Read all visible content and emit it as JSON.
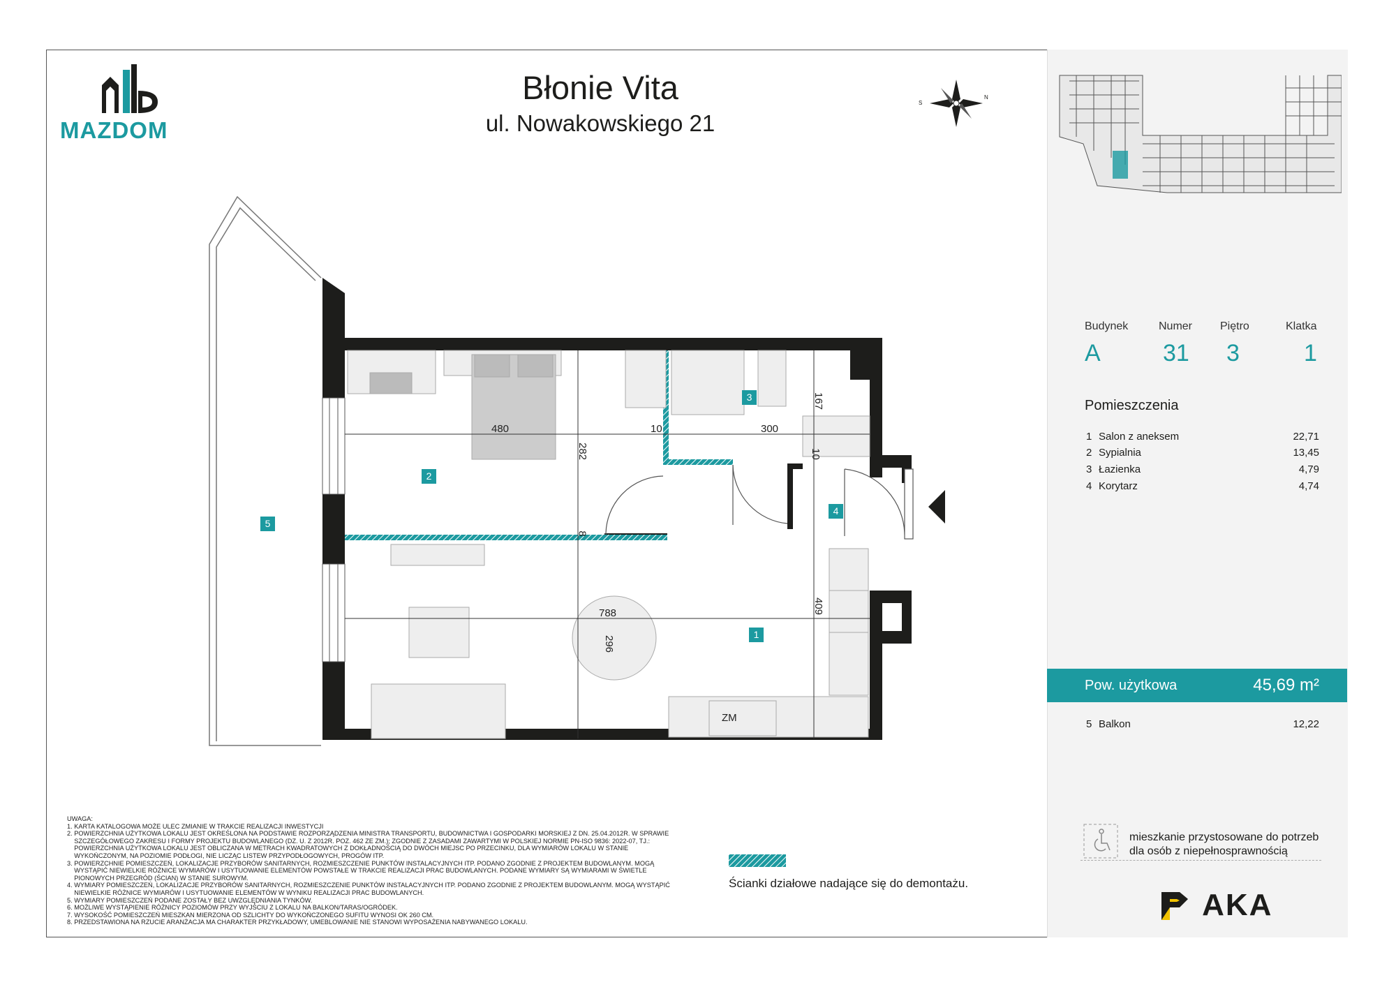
{
  "header": {
    "logo_text": "MAZDOM",
    "title": "Błonie Vita",
    "address": "ul. Nowakowskiego 21",
    "compass_s": "S",
    "compass_n": "N"
  },
  "apartment": {
    "labels": {
      "building": "Budynek",
      "number": "Numer",
      "floor": "Piętro",
      "stair": "Klatka"
    },
    "values": {
      "building": "A",
      "number": "31",
      "floor": "3",
      "stair": "1"
    }
  },
  "rooms_heading": "Pomieszczenia",
  "rooms": [
    {
      "no": "1",
      "name": "Salon z aneksem",
      "area": "22,71"
    },
    {
      "no": "2",
      "name": "Sypialnia",
      "area": "13,45"
    },
    {
      "no": "3",
      "name": "Łazienka",
      "area": "4,79"
    },
    {
      "no": "4",
      "name": "Korytarz",
      "area": "4,74"
    }
  ],
  "usable_area": {
    "label": "Pow. użytkowa",
    "value": "45,69 m²"
  },
  "balcony": {
    "no": "5",
    "name": "Balkon",
    "area": "12,22"
  },
  "plan": {
    "dimensions": [
      "480",
      "10",
      "300",
      "282",
      "167",
      "10",
      "8",
      "788",
      "296",
      "409"
    ],
    "room_numbers": [
      "1",
      "2",
      "3",
      "4",
      "5"
    ],
    "zm": "ZM"
  },
  "notes": [
    "UWAGA:",
    "1. KARTA KATALOGOWA MOŻE ULEC ZMIANIE W TRAKCIE REALIZACJI INWESTYCJI",
    "2. POWIERZCHNIA UŻYTKOWA LOKALU JEST OKREŚLONA NA PODSTAWIE ROZPORZĄDZENIA MINISTRA TRANSPORTU, BUDOWNICTWA I GOSPODARKI MORSKIEJ Z DN. 25.04.2012R. W SPRAWIE",
    "    SZCZEGÓŁOWEGO ZAKRESU I FORMY PROJEKTU BUDOWLANEGO (DZ. U. Z 2012R. POZ. 462 ZE ZM.); ZGODNIE Z ZASADAMI ZAWARTYMI W POLSKIEJ NORMIE PN-ISO 9836: 2022-07, TJ.:",
    "    POWIERZCHNIA UŻYTKOWA LOKALU JEST OBLICZANA W METRACH KWADRATOWYCH Z DOKŁADNOŚCIĄ DO DWÓCH MIEJSC PO PRZECINKU, DLA WYMIARÓW LOKALU W STANIE",
    "    WYKOŃCZONYM, NA POZIOMIE PODŁOGI, NIE LICZĄC LISTEW PRZYPODŁOGOWYCH, PROGÓW ITP.",
    "3. POWIERZCHNIE POMIESZCZEŃ, LOKALIZACJE PRZYBORÓW SANITARNYCH, ROZMIESZCZENIE PUNKTÓW INSTALACYJNYCH ITP. PODANO ZGODNIE Z PROJEKTEM BUDOWLANYM. MOGĄ",
    "    WYSTĄPIĆ NIEWIELKIE RÓŻNICE WYMIARÓW I USYTUOWANIE ELEMENTÓW POWSTAŁE W TRAKCIE REALIZACJI PRAC BUDOWLANYCH. PODANE WYMIARY SĄ WYMIARAMI W ŚWIETLE",
    "    PIONOWYCH PRZEGRÓD (ŚCIAN) W STANIE SUROWYM.",
    "4. WYMIARY POMIESZCZEŃ, LOKALIZACJE PRZYBORÓW SANITARNYCH, ROZMIESZCZENIE PUNKTÓW INSTALACYJNYCH ITP. PODANO ZGODNIE Z PROJEKTEM BUDOWLANYM. MOGĄ WYSTĄPIĆ",
    "    NIEWIELKIE RÓŻNICE WYMIARÓW I USYTUOWANIE ELEMENTÓW W WYNIKU REALIZACJI PRAC BUDOWLANYCH.",
    "5. WYMIARY POMIESZCZEŃ PODANE ZOSTAŁY BEZ UWZGLĘDNIANIA TYNKÓW.",
    "6. MOŻLIWE WYSTĄPIENIE RÓŻNICY POZIOMÓW PRZY WYJŚCIU Z LOKALU NA BALKON/TARAS/OGRÓDEK.",
    "7. WYSOKOŚĆ POMIESZCZEŃ MIESZKAN MIERZONA OD SZLICHTY DO WYKOŃCZONEGO SUFITU WYNOSI OK 260 CM.",
    "8. PRZEDSTAWIONA NA RZUCIE ARANŻACJA MA CHARAKTER PRZYKŁADOWY, UMEBLOWANIE NIE STANOWI WYPOSAŻENIA NABYWANEGO LOKALU."
  ],
  "legend": "Ścianki działowe nadające się do demontażu.",
  "accessibility": {
    "line1": "mieszkanie przystosowane do potrzeb",
    "line2": "dla osób z niepełnosprawnością"
  },
  "brand": "PAKA",
  "colors": {
    "accent": "#1c9aa0",
    "wall": "#1d1d1b"
  }
}
